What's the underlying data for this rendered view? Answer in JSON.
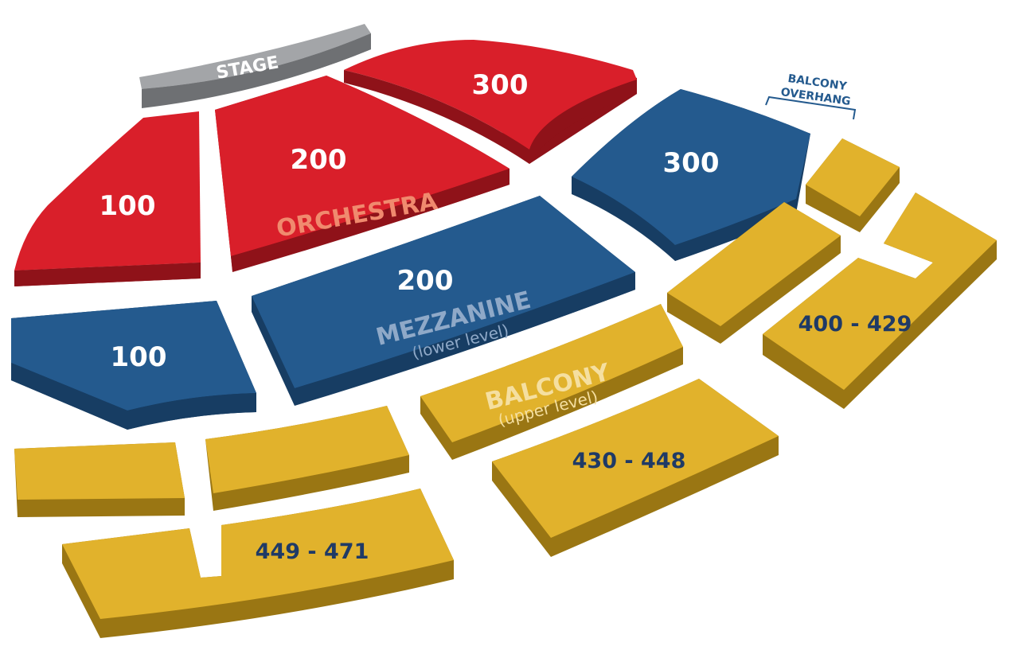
{
  "stage": {
    "label": "STAGE"
  },
  "levels": {
    "orchestra": {
      "label": "ORCHESTRA"
    },
    "mezzanine": {
      "label": "MEZZANINE",
      "sub": "(lower level)"
    },
    "balcony": {
      "label": "BALCONY",
      "sub": "(upper level)"
    }
  },
  "overhang": {
    "line1": "BALCONY",
    "line2": "OVERHANG"
  },
  "sections": {
    "orch_100": "100",
    "orch_200": "200",
    "orch_300": "300",
    "mezz_100": "100",
    "mezz_200": "200",
    "mezz_300": "300",
    "balc_right": "400 - 429",
    "balc_mid": "430 - 448",
    "balc_left": "449 - 471"
  },
  "colors": {
    "orchestra": "#d91f2a",
    "orchestra_side": "#8f1219",
    "mezzanine": "#245a8e",
    "mezzanine_side": "#173d63",
    "balcony": "#e1b22c",
    "balcony_side": "#9a7613",
    "stage": "#a3a5a8",
    "stage_side": "#6e7073",
    "label_orchestra": "#f08a6e",
    "label_mezzanine": "#8fa9c8",
    "label_balcony": "#f5dfa0",
    "label_dark": "#1f3a66"
  }
}
